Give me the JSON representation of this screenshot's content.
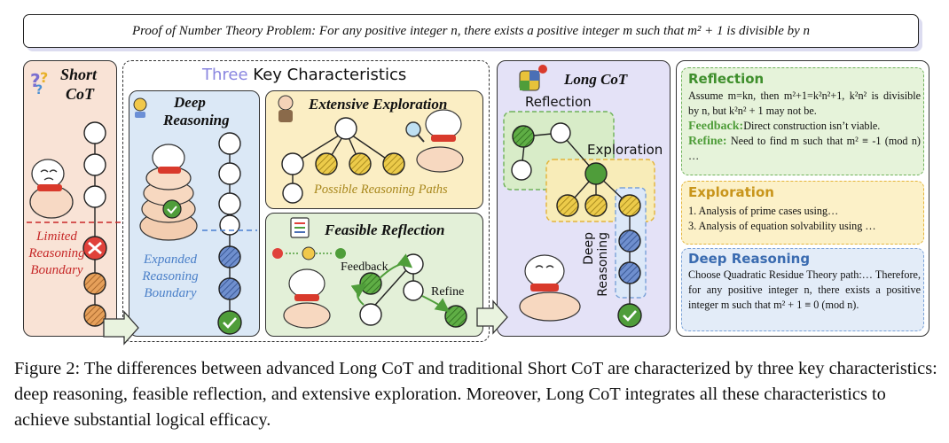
{
  "problem": "Proof of Number Theory Problem: For any positive integer n, there exists a positive integer m such that m² + 1 is divisible by n",
  "short_cot": {
    "title_line1": "Short",
    "title_line2": "CoT",
    "limited_line1": "Limited",
    "limited_line2": "Reasoning",
    "limited_line3": "Boundary"
  },
  "three_key": {
    "word_three": "Three",
    "word_rest": " Key Characteristics"
  },
  "deep_reasoning": {
    "title_line1": "Deep",
    "title_line2": "Reasoning",
    "expanded_line1": "Expanded",
    "expanded_line2": "Reasoning",
    "expanded_line3": "Boundary"
  },
  "extensive_exploration": {
    "title": "Extensive Exploration",
    "caption": "Possible Reasoning Paths"
  },
  "feasible_reflection": {
    "title": "Feasible Reflection",
    "feedback": "Feedback",
    "refine": "Refine"
  },
  "long_cot": {
    "title": "Long CoT",
    "reflection": "Reflection",
    "exploration": "Exploration",
    "deep_line1": "Deep",
    "deep_line2": "Reasoning"
  },
  "right_panel": {
    "reflection": {
      "title": "Reflection",
      "text": "Assume m=kn, then m²+1=k²n²+1, k²n² is divisible by n, but k²n² + 1 may not be.",
      "feedback_label": "Feedback:",
      "feedback_text": "Direct construction isn’t viable.",
      "refine_label": "Refine:",
      "refine_text": " Need to find m such that m² ≡ -1 (mod n) …"
    },
    "exploration": {
      "title": "Exploration",
      "line1": "1. Analysis of prime cases using…",
      "line2": "3. Analysis of equation solvability using …"
    },
    "deep_reasoning": {
      "title": "Deep Reasoning",
      "text": "Choose Quadratic Residue Theory path:… Therefore, for any positive integer n, there exists a positive integer m such that m² + 1 ≡ 0 (mod n)."
    }
  },
  "caption": "Figure 2: The differences between advanced Long CoT and traditional Short CoT are characterized by three key characteristics: deep reasoning, feasible reflection, and extensive exploration. Moreover, Long CoT integrates all these characteristics to achieve substantial logical efficacy.",
  "colors": {
    "green_node": "#4f9d3a",
    "yellow_node": "#e8c23a",
    "blue_node": "#4a6fb5",
    "orange_node": "#d98a3c",
    "red_x": "#e0413a",
    "reflection_title": "#3f8f2c",
    "exploration_title": "#c8951b",
    "deep_title": "#3a6bb0"
  }
}
